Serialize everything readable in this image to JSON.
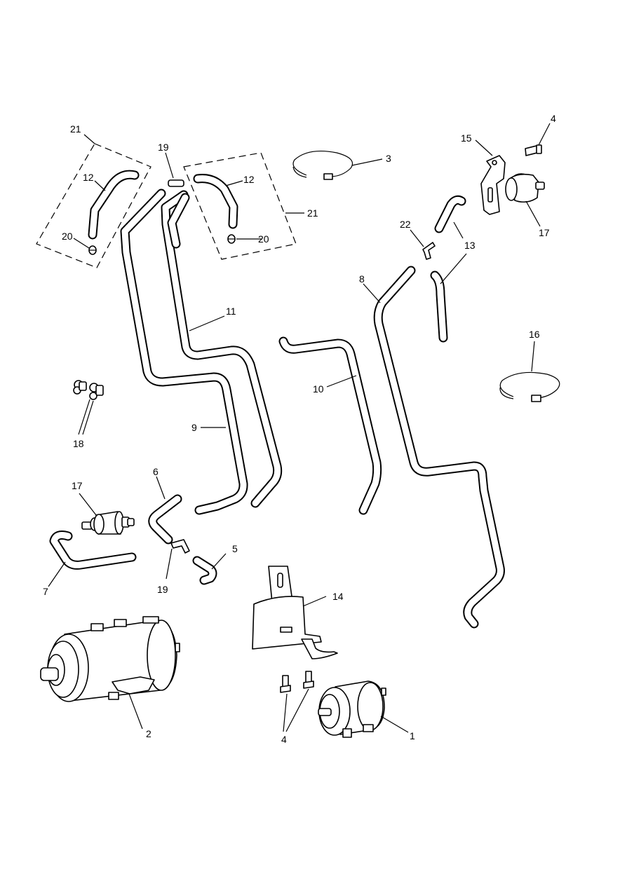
{
  "callouts": {
    "c1": "1",
    "c2": "2",
    "c3": "3",
    "c4a": "4",
    "c4b": "4",
    "c5": "5",
    "c6": "6",
    "c7": "7",
    "c8": "8",
    "c9": "9",
    "c10": "10",
    "c11": "11",
    "c12a": "12",
    "c12b": "12",
    "c13": "13",
    "c14": "14",
    "c15": "15",
    "c16": "16",
    "c17a": "17",
    "c17b": "17",
    "c18": "18",
    "c19a": "19",
    "c19b": "19",
    "c20a": "20",
    "c20b": "20",
    "c21a": "21",
    "c21b": "21",
    "c22": "22"
  },
  "colors": {
    "line": "#000000",
    "background": "#ffffff"
  }
}
